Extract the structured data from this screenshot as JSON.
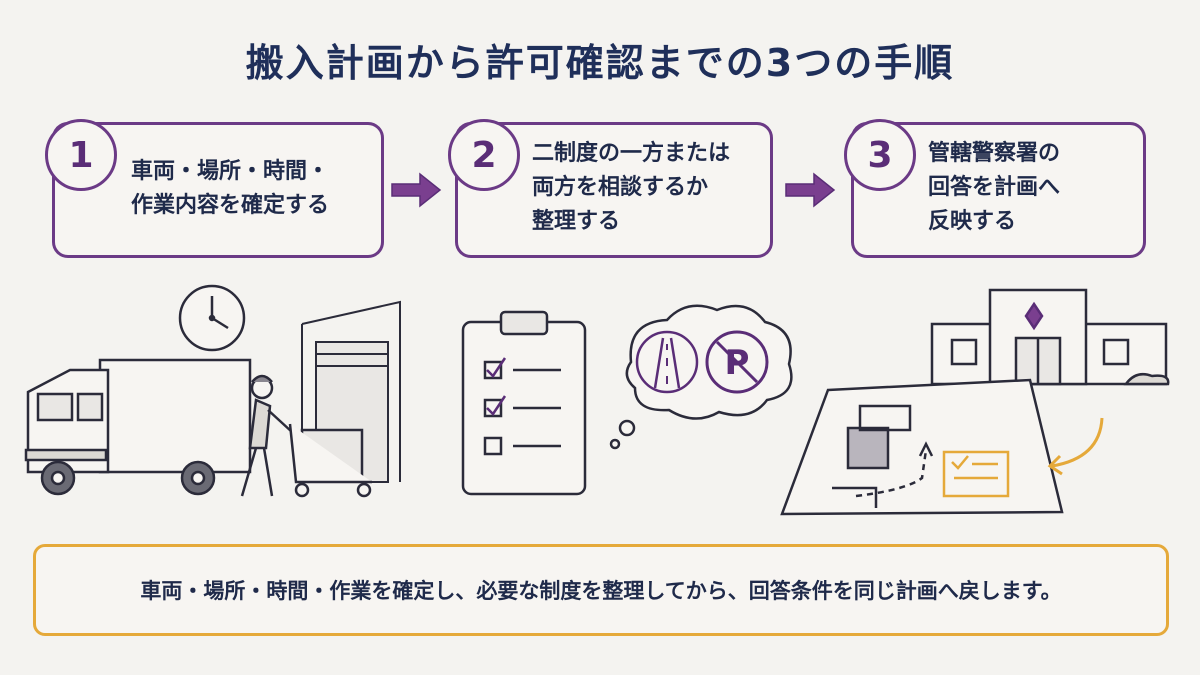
{
  "title": "搬入計画から許可確認までの3つの手順",
  "steps": [
    {
      "number": "1",
      "text": "車両・場所・時間・\n作業内容を確定する"
    },
    {
      "number": "2",
      "text": "二制度の一方または\n両方を相談するか\n整理する"
    },
    {
      "number": "3",
      "text": "管轄警察署の\n回答を計画へ\n反映する"
    }
  ],
  "summary": "車両・場所・時間・作業を確定し、必要な制度を整理してから、回答条件を同じ計画へ戻します。",
  "colors": {
    "accent": "#6b3a86",
    "highlight": "#e5a93a",
    "ink": "#1f2a4a"
  },
  "icons": [
    "clock-icon",
    "truck-icon",
    "worker-icon",
    "loading-dock-icon",
    "clipboard-checklist-icon",
    "thought-bubble-icon",
    "road-icon",
    "no-parking-icon",
    "police-station-icon",
    "site-map-icon",
    "approval-document-icon"
  ]
}
